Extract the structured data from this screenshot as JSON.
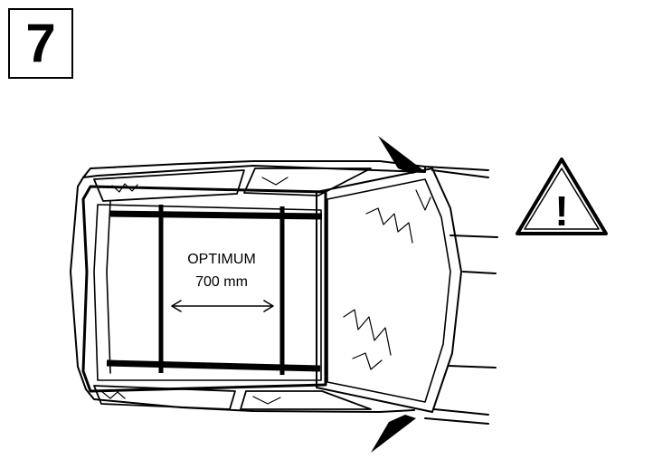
{
  "step": {
    "number": "7"
  },
  "measurement": {
    "label": "OPTIMUM",
    "value": "700 mm"
  },
  "warning": {
    "icon": "warning-triangle-icon",
    "glyph": "!"
  }
}
